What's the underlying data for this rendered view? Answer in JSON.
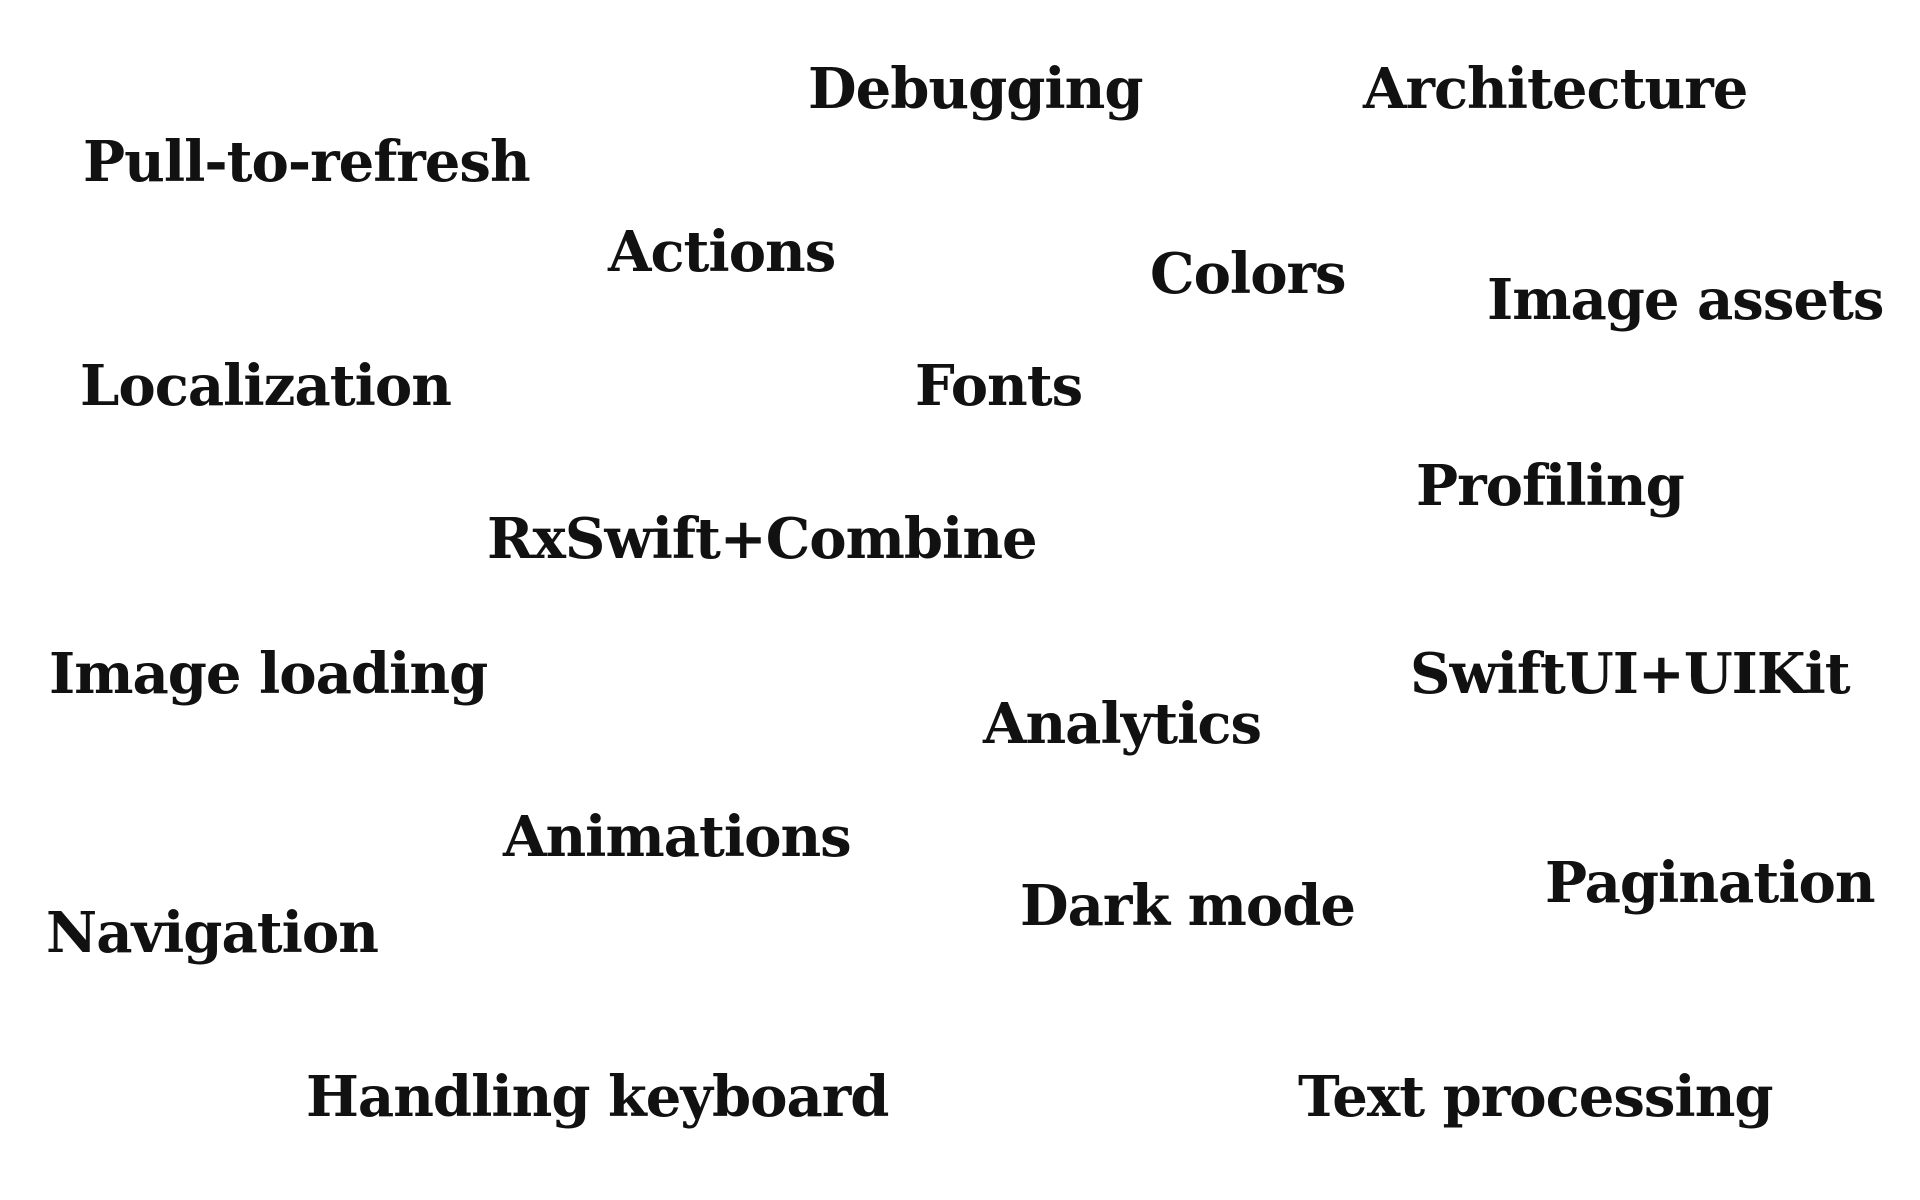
{
  "topics": [
    "Pull-to-refresh",
    "Debugging",
    "Architecture",
    "Actions",
    "Colors",
    "Image assets",
    "Localization",
    "Fonts",
    "Profiling",
    "RxSwift+Combine",
    "Image loading",
    "SwiftUI+UIKit",
    "Analytics",
    "Animations",
    "Pagination",
    "Navigation",
    "Dark mode",
    "Handling keyboard",
    "Text processing"
  ],
  "colors": {
    "text": "#111111",
    "background": "#ffffff"
  }
}
